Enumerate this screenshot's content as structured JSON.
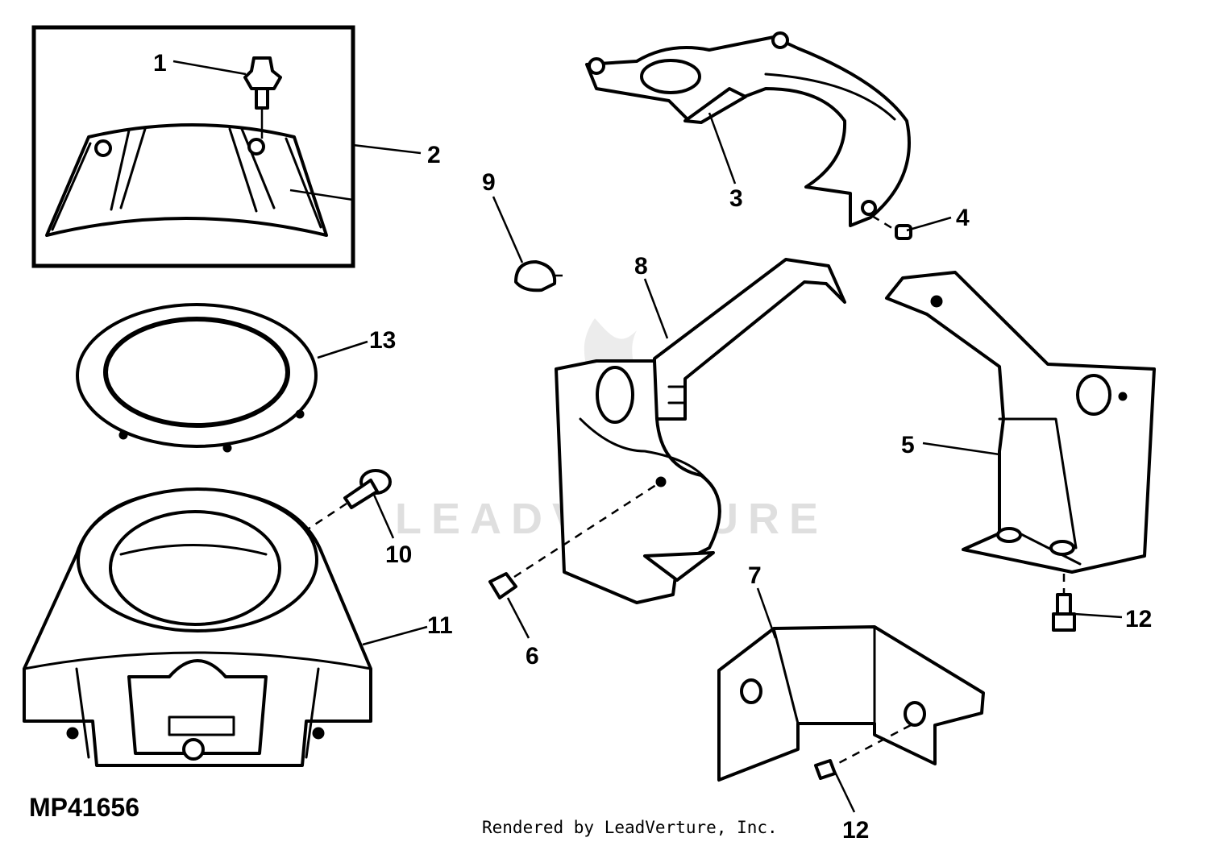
{
  "figure_id": "MP41656",
  "credit": "Rendered by LeadVerture, Inc.",
  "watermark": "LEADVENTURE",
  "callouts": [
    "1",
    "2",
    "3",
    "4",
    "5",
    "6",
    "7",
    "8",
    "9",
    "10",
    "11",
    "12",
    "12",
    "13"
  ]
}
